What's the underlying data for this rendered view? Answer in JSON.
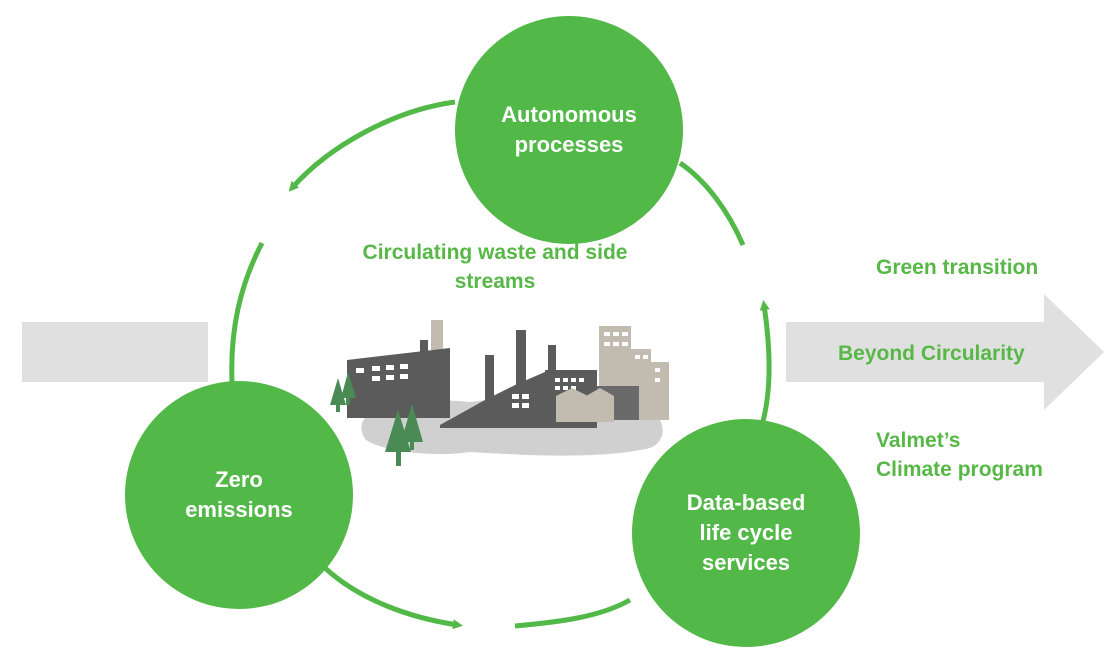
{
  "colors": {
    "brand_green": "#52b848",
    "text_green": "#57b847",
    "gray_arrow": "#e0e0e0",
    "building_dark": "#5b5b5b",
    "building_light": "#c2bcb0",
    "ground": "#d0d0d0",
    "tree": "#4a8a55"
  },
  "nodes": {
    "autonomous": {
      "line1": "Autonomous",
      "line2": "processes"
    },
    "zero": {
      "line1": "Zero",
      "line2": "emissions"
    },
    "data": {
      "line1": "Data-based",
      "line2": "life cycle",
      "line3": "services"
    }
  },
  "center": {
    "line1": "Circulating waste and side",
    "line2": "streams"
  },
  "right": {
    "green_transition": "Green transition",
    "beyond": "Beyond Circularity",
    "valmet_line1": "Valmet’s",
    "valmet_line2": "Climate program"
  },
  "icons": {
    "factory": "factory-illustration-icon",
    "cycle_arrows": "cycle-arrow-icon",
    "input_bar": "input-bar-icon",
    "big_arrow": "right-arrow-icon"
  }
}
